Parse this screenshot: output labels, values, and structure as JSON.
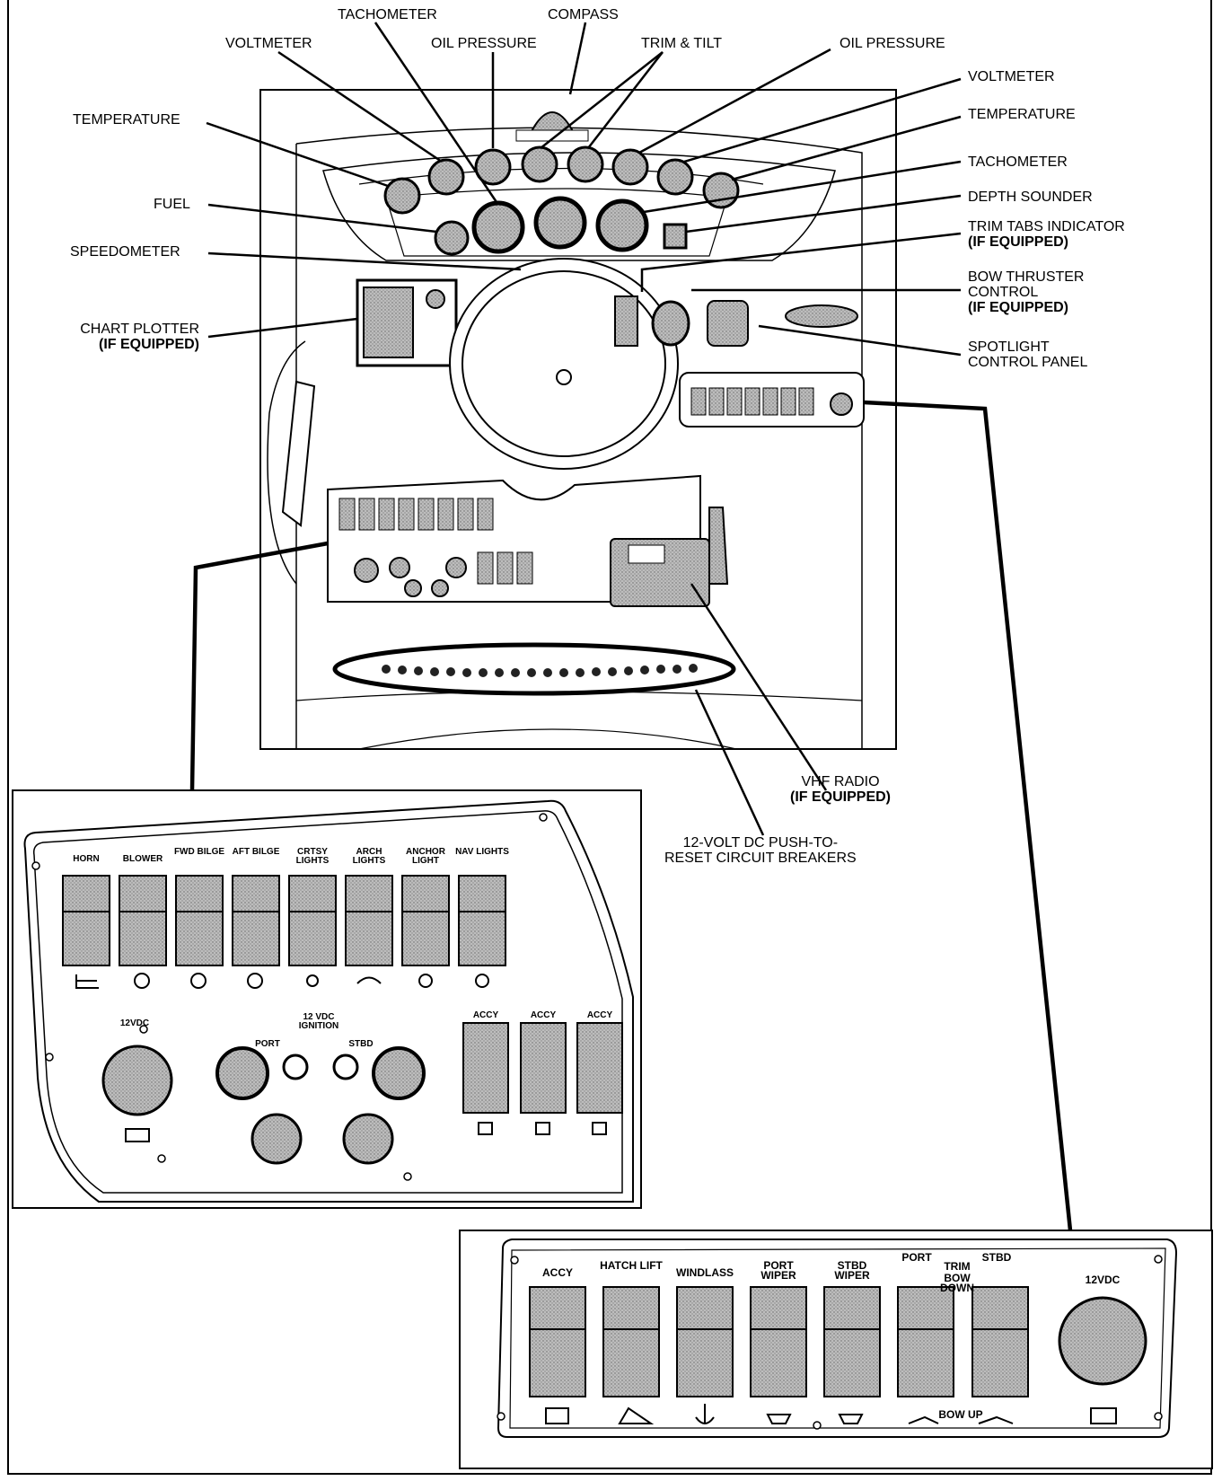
{
  "callouts": {
    "tachometer_top": "TACHOMETER",
    "compass": "COMPASS",
    "voltmeter_left": "VOLTMETER",
    "oil_pressure_left": "OIL PRESSURE",
    "trim_tilt": "TRIM & TILT",
    "oil_pressure_right": "OIL PRESSURE",
    "voltmeter_right": "VOLTMETER",
    "temperature_left": "TEMPERATURE",
    "temperature_right": "TEMPERATURE",
    "tachometer_right": "TACHOMETER",
    "fuel": "FUEL",
    "depth_sounder": "DEPTH SOUNDER",
    "speedometer": "SPEEDOMETER",
    "trim_tabs_line1": "TRIM TABS INDICATOR",
    "trim_tabs_line2": "(IF EQUIPPED)",
    "bow_thruster_line1": "BOW THRUSTER",
    "bow_thruster_line2": "CONTROL",
    "bow_thruster_line3": "(IF EQUIPPED)",
    "chart_plotter_line1": "CHART PLOTTER",
    "chart_plotter_line2": "(IF EQUIPPED)",
    "spotlight_line1": "SPOTLIGHT",
    "spotlight_line2": "CONTROL PANEL",
    "vhf_line1": "VHF RADIO",
    "vhf_line2": "(IF EQUIPPED)",
    "breakers_line1": "12-VOLT DC PUSH-TO-",
    "breakers_line2": "RESET CIRCUIT BREAKERS"
  },
  "left_panel": {
    "switches": [
      "HORN",
      "BLOWER",
      "FWD BILGE",
      "AFT BILGE",
      "CRTSY LIGHTS",
      "ARCH LIGHTS",
      "ANCHOR LIGHT",
      "NAV LIGHTS"
    ],
    "outlet_label": "12VDC",
    "ignition_label": "12 VDC IGNITION",
    "port_label": "PORT",
    "stbd_label": "STBD",
    "accy_switches": [
      "ACCY",
      "ACCY",
      "ACCY"
    ]
  },
  "right_panel": {
    "switches": [
      "ACCY",
      "HATCH LIFT",
      "WINDLASS",
      "PORT WIPER",
      "STBD WIPER"
    ],
    "trim_port": "PORT",
    "trim_label": "TRIM",
    "trim_stbd": "STBD",
    "bow_down": "BOW DOWN",
    "bow_up": "BOW UP",
    "outlet_label": "12VDC"
  }
}
